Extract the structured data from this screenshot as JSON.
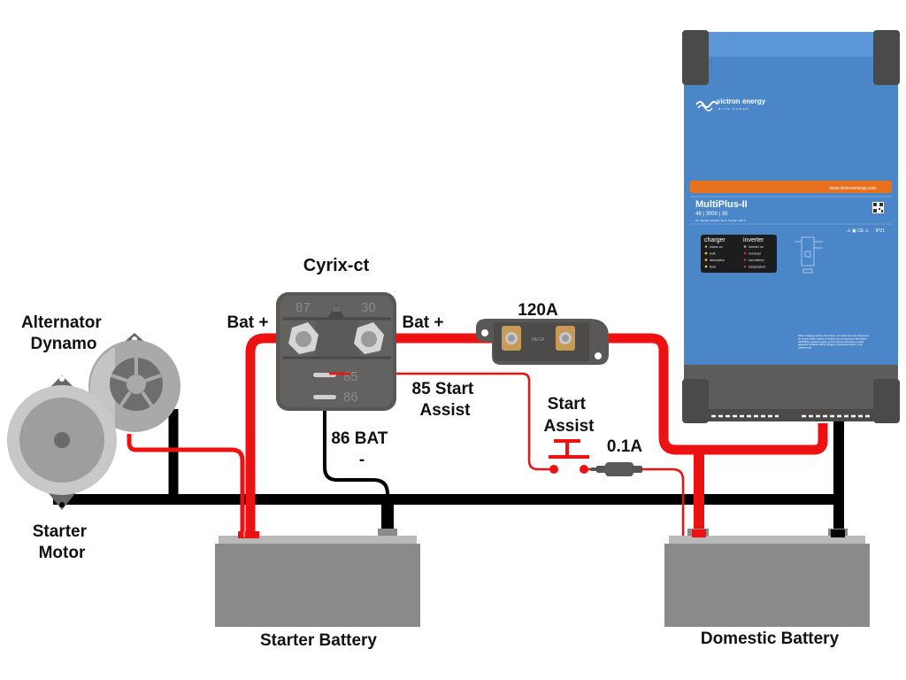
{
  "colors": {
    "positive_cable": "#ee1111",
    "negative_cable": "#000000",
    "battery_body": "#8a8a8a",
    "battery_lid": "#b9b9b9",
    "relay_body": "#5a5856",
    "inverter_blue": "#4a86c8",
    "inverter_orange": "#e8701e",
    "inverter_dark": "#5e5c5a"
  },
  "labels": {
    "alternator": [
      "Alternator",
      "Dynamo"
    ],
    "starter_motor": [
      "Starter",
      "Motor"
    ],
    "relay_title": "Cyrix-ct",
    "bat_plus_left": "Bat +",
    "bat_plus_right": "Bat +",
    "fuse_main": "120A",
    "start_assist_85": [
      "85 Start",
      "Assist"
    ],
    "bat_86": [
      "86 BAT",
      "-"
    ],
    "start_assist_switch": [
      "Start",
      "Assist"
    ],
    "fuse_small": "0.1A",
    "starter_battery": "Starter Battery",
    "domestic_battery": "Domestic Battery"
  },
  "relay": {
    "terminal_87": "87",
    "terminal_30": "30",
    "terminal_85": "85",
    "terminal_86": "86"
  },
  "fuse": {
    "mega_label": "MEGA"
  },
  "inverter": {
    "brand": "victron energy",
    "brand_tagline": "BLUE POWER",
    "website": "www.victronenergy.com",
    "model": "MultiPlus-II",
    "spec": "48 | 3000 | 35",
    "spec_sub": "AC transfer capacity: 32 A  /  Inverter: 230 V",
    "ratings": "IP21",
    "charger_heading": "charger",
    "inverter_heading": "inverter",
    "charger_leds": [
      "mains on",
      "bulk",
      "absorption",
      "float"
    ],
    "inverter_leds": [
      "inverter on",
      "overload",
      "low battery",
      "temperature"
    ],
    "warning_text": "Before charging read the instructions. For indoor use only. Disconnect the supply before making or breaking the connections to the battery. WARNING: explosive gases, prevent flames and sparks, provide adequate ventilation during charging. Charge lead-acid or Li-ion batteries only."
  }
}
